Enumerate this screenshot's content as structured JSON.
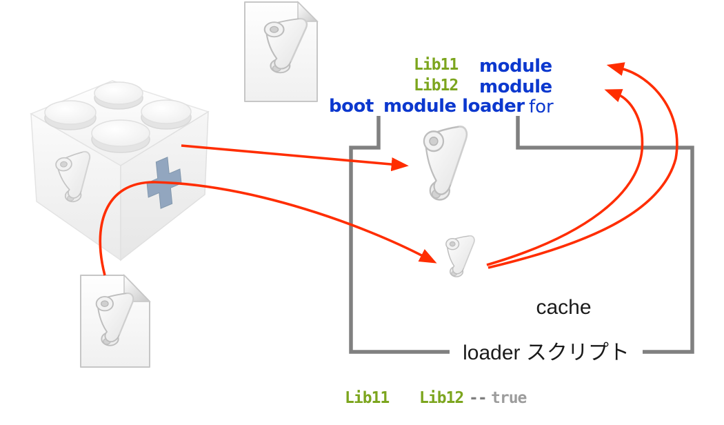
{
  "title_lines": {
    "line1": {
      "lib": "Lib11",
      "kind": "module"
    },
    "line2": {
      "lib": "Lib12",
      "kind": "module"
    },
    "line3": {
      "boot": "boot",
      "middle": "module loader",
      "suffix": "for"
    }
  },
  "labels": {
    "cache": "cache",
    "loader_script": "loader スクリプト"
  },
  "console": {
    "lib1": "Lib11",
    "lib2": "Lib12",
    "separator": "--",
    "result": "true"
  },
  "colors": {
    "lib_green": "#7CA51E",
    "module_blue": "#0C38CE",
    "arrow_red": "#FF2D00",
    "box_gray": "#808080",
    "separator_gray": "#7F7F7F",
    "result_gray": "#9C9C9C",
    "label_text": "#1A1A1A",
    "plus_blue_gray": "#92A6BF"
  },
  "icons": [
    {
      "name": "lego-brick-icon"
    },
    {
      "name": "scroll-icon-on-brick"
    },
    {
      "name": "plus-icon"
    },
    {
      "name": "script-file-icon-top"
    },
    {
      "name": "script-file-icon-bottom"
    },
    {
      "name": "scroll-icon-large"
    },
    {
      "name": "scroll-icon-small"
    },
    {
      "name": "arrow-brick-to-large-scroll"
    },
    {
      "name": "arrow-file-to-small-scroll"
    },
    {
      "name": "arrow-scroll-to-module-inner"
    },
    {
      "name": "arrow-scroll-to-module-outer"
    },
    {
      "name": "loader-box-outline"
    }
  ]
}
